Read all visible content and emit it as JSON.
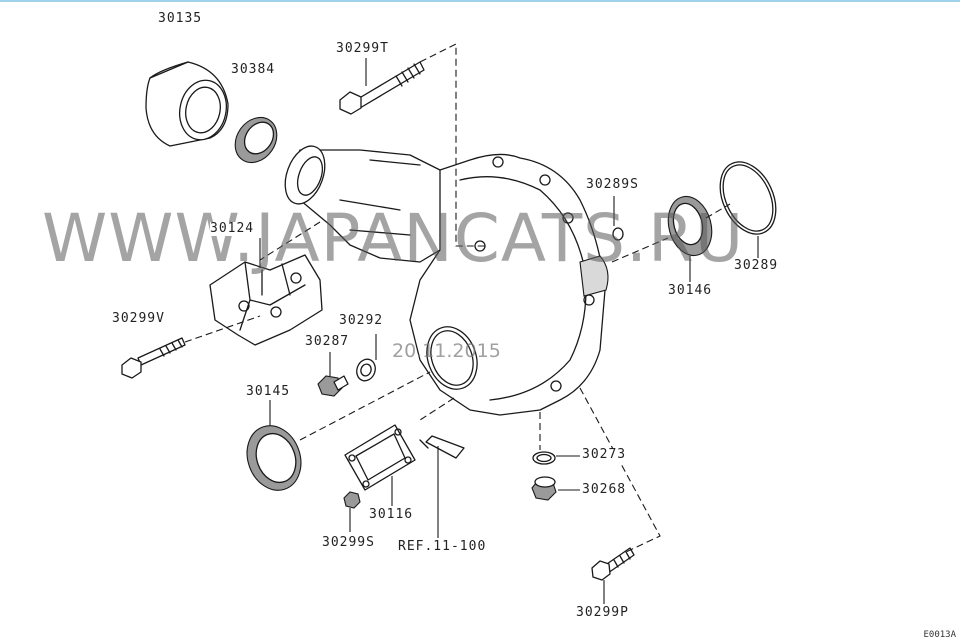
{
  "labels": {
    "p30135": "30135",
    "p30384": "30384",
    "p30299T": "30299T",
    "p30289S": "30289S",
    "p30289": "30289",
    "p30146": "30146",
    "p30124": "30124",
    "p30299V": "30299V",
    "p30292": "30292",
    "p30287": "30287",
    "p30145": "30145",
    "p30273": "30273",
    "p30268": "30268",
    "p30116": "30116",
    "p30299S": "30299S",
    "ref": "REF.11-100",
    "p30299P": "30299P"
  },
  "watermark": {
    "site": "WWW.JAPANCATS.RU",
    "date": "20.11.2015"
  },
  "corner_code": "E0013A"
}
